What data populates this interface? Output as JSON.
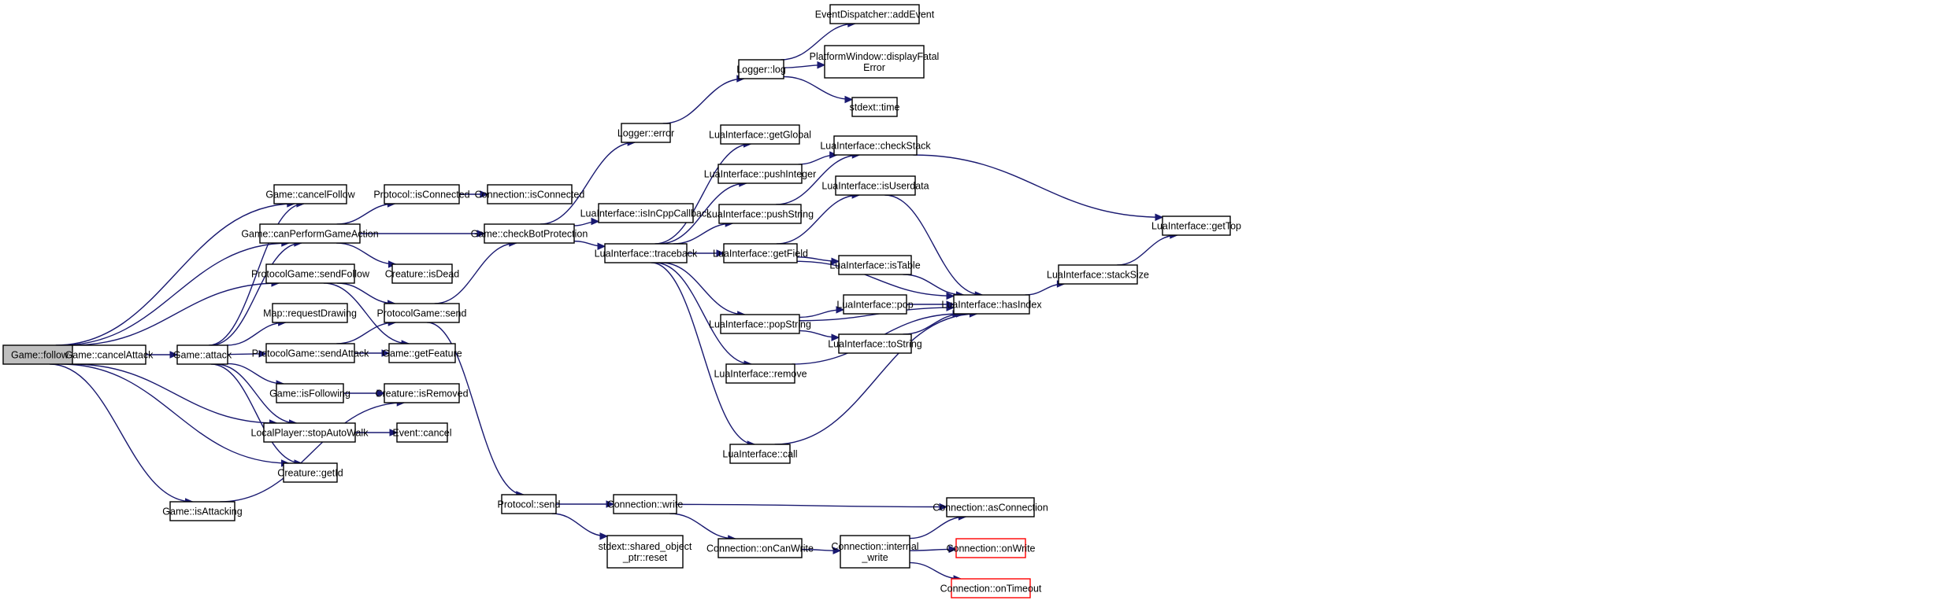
{
  "graph": {
    "nodes": [
      {
        "id": "follow",
        "lines": [
          "Game::follow"
        ],
        "root": true
      },
      {
        "id": "cancelAttack",
        "lines": [
          "Game::cancelAttack"
        ]
      },
      {
        "id": "attack",
        "lines": [
          "Game::attack"
        ]
      },
      {
        "id": "cancelFollow",
        "lines": [
          "Game::cancelFollow"
        ]
      },
      {
        "id": "canPerformGameAction",
        "lines": [
          "Game::canPerformGameAction"
        ]
      },
      {
        "id": "pgSendFollow",
        "lines": [
          "ProtocolGame::sendFollow"
        ]
      },
      {
        "id": "requestDrawing",
        "lines": [
          "Map::requestDrawing"
        ]
      },
      {
        "id": "pgSendAttack",
        "lines": [
          "ProtocolGame::sendAttack"
        ]
      },
      {
        "id": "isFollowing",
        "lines": [
          "Game::isFollowing"
        ]
      },
      {
        "id": "stopAutoWalk",
        "lines": [
          "LocalPlayer::stopAutoWalk"
        ]
      },
      {
        "id": "getId",
        "lines": [
          "Creature::getId"
        ]
      },
      {
        "id": "isAttacking",
        "lines": [
          "Game::isAttacking"
        ]
      },
      {
        "id": "protoIsConnected",
        "lines": [
          "Protocol::isConnected"
        ]
      },
      {
        "id": "connIsConnected",
        "lines": [
          "Connection::isConnected"
        ]
      },
      {
        "id": "isDead",
        "lines": [
          "Creature::isDead"
        ]
      },
      {
        "id": "pgSend",
        "lines": [
          "ProtocolGame::send"
        ]
      },
      {
        "id": "getFeature",
        "lines": [
          "Game::getFeature"
        ]
      },
      {
        "id": "isRemoved",
        "lines": [
          "Creature::isRemoved"
        ]
      },
      {
        "id": "eventCancel",
        "lines": [
          "Event::cancel"
        ]
      },
      {
        "id": "checkBotProtection",
        "lines": [
          "Game::checkBotProtection"
        ]
      },
      {
        "id": "loggerError",
        "lines": [
          "Logger::error"
        ]
      },
      {
        "id": "loggerLog",
        "lines": [
          "Logger::log"
        ]
      },
      {
        "id": "addEvent",
        "lines": [
          "EventDispatcher::addEvent"
        ]
      },
      {
        "id": "displayFatal",
        "lines": [
          "PlatformWindow::displayFatal",
          "Error"
        ]
      },
      {
        "id": "stdextTime",
        "lines": [
          "stdext::time"
        ]
      },
      {
        "id": "isInCppCallback",
        "lines": [
          "LuaInterface::isInCppCallback"
        ]
      },
      {
        "id": "traceback",
        "lines": [
          "LuaInterface::traceback"
        ]
      },
      {
        "id": "getGlobal",
        "lines": [
          "LuaInterface::getGlobal"
        ]
      },
      {
        "id": "pushInteger",
        "lines": [
          "LuaInterface::pushInteger"
        ]
      },
      {
        "id": "pushString",
        "lines": [
          "LuaInterface::pushString"
        ]
      },
      {
        "id": "getField",
        "lines": [
          "LuaInterface::getField"
        ]
      },
      {
        "id": "popString",
        "lines": [
          "LuaInterface::popString"
        ]
      },
      {
        "id": "luaRemove",
        "lines": [
          "LuaInterface::remove"
        ]
      },
      {
        "id": "luaCall",
        "lines": [
          "LuaInterface::call"
        ]
      },
      {
        "id": "checkStack",
        "lines": [
          "LuaInterface::checkStack"
        ]
      },
      {
        "id": "isUserdata",
        "lines": [
          "LuaInterface::isUserdata"
        ]
      },
      {
        "id": "isTable",
        "lines": [
          "LuaInterface::isTable"
        ]
      },
      {
        "id": "luaPop",
        "lines": [
          "LuaInterface::pop"
        ]
      },
      {
        "id": "toString",
        "lines": [
          "LuaInterface::toString"
        ]
      },
      {
        "id": "hasIndex",
        "lines": [
          "LuaInterface::hasIndex"
        ]
      },
      {
        "id": "stackSize",
        "lines": [
          "LuaInterface::stackSize"
        ]
      },
      {
        "id": "getTop",
        "lines": [
          "LuaInterface::getTop"
        ]
      },
      {
        "id": "protoSend",
        "lines": [
          "Protocol::send"
        ]
      },
      {
        "id": "connWrite",
        "lines": [
          "Connection::write"
        ]
      },
      {
        "id": "sharedReset",
        "lines": [
          "stdext::shared_object",
          "_ptr::reset"
        ]
      },
      {
        "id": "onCanWrite",
        "lines": [
          "Connection::onCanWrite"
        ]
      },
      {
        "id": "internalWrite",
        "lines": [
          "Connection::internal",
          "_write"
        ]
      },
      {
        "id": "asConnection",
        "lines": [
          "Connection::asConnection"
        ]
      },
      {
        "id": "onWrite",
        "lines": [
          "Connection::onWrite"
        ],
        "truncated": true
      },
      {
        "id": "onTimeout",
        "lines": [
          "Connection::onTimeout"
        ],
        "truncated": true
      }
    ],
    "edges": [
      [
        "follow",
        "cancelFollow"
      ],
      [
        "follow",
        "canPerformGameAction"
      ],
      [
        "follow",
        "pgSendFollow"
      ],
      [
        "follow",
        "cancelAttack"
      ],
      [
        "follow",
        "stopAutoWalk"
      ],
      [
        "follow",
        "getId"
      ],
      [
        "follow",
        "isAttacking"
      ],
      [
        "cancelAttack",
        "attack"
      ],
      [
        "attack",
        "cancelFollow"
      ],
      [
        "attack",
        "canPerformGameAction"
      ],
      [
        "attack",
        "requestDrawing"
      ],
      [
        "attack",
        "pgSendAttack"
      ],
      [
        "attack",
        "isFollowing"
      ],
      [
        "attack",
        "stopAutoWalk"
      ],
      [
        "attack",
        "getId"
      ],
      [
        "canPerformGameAction",
        "protoIsConnected"
      ],
      [
        "canPerformGameAction",
        "isDead"
      ],
      [
        "canPerformGameAction",
        "checkBotProtection"
      ],
      [
        "protoIsConnected",
        "connIsConnected"
      ],
      [
        "pgSendFollow",
        "pgSend"
      ],
      [
        "pgSendFollow",
        "getFeature"
      ],
      [
        "pgSendAttack",
        "pgSend"
      ],
      [
        "pgSendAttack",
        "getFeature"
      ],
      [
        "isFollowing",
        "isRemoved"
      ],
      [
        "isAttacking",
        "isRemoved"
      ],
      [
        "stopAutoWalk",
        "eventCancel"
      ],
      [
        "pgSend",
        "checkBotProtection"
      ],
      [
        "pgSend",
        "protoSend"
      ],
      [
        "checkBotProtection",
        "loggerError"
      ],
      [
        "checkBotProtection",
        "isInCppCallback"
      ],
      [
        "checkBotProtection",
        "traceback"
      ],
      [
        "loggerError",
        "loggerLog"
      ],
      [
        "loggerLog",
        "addEvent"
      ],
      [
        "loggerLog",
        "displayFatal"
      ],
      [
        "loggerLog",
        "stdextTime"
      ],
      [
        "traceback",
        "getGlobal"
      ],
      [
        "traceback",
        "pushInteger"
      ],
      [
        "traceback",
        "pushString"
      ],
      [
        "traceback",
        "getField"
      ],
      [
        "traceback",
        "popString"
      ],
      [
        "traceback",
        "luaRemove"
      ],
      [
        "traceback",
        "luaCall"
      ],
      [
        "pushInteger",
        "checkStack"
      ],
      [
        "pushString",
        "checkStack"
      ],
      [
        "getField",
        "isUserdata"
      ],
      [
        "getField",
        "isTable"
      ],
      [
        "getField",
        "hasIndex"
      ],
      [
        "popString",
        "luaPop"
      ],
      [
        "popString",
        "toString"
      ],
      [
        "popString",
        "hasIndex"
      ],
      [
        "luaRemove",
        "hasIndex"
      ],
      [
        "luaCall",
        "hasIndex"
      ],
      [
        "isUserdata",
        "hasIndex"
      ],
      [
        "isTable",
        "hasIndex"
      ],
      [
        "luaPop",
        "hasIndex"
      ],
      [
        "toString",
        "hasIndex"
      ],
      [
        "checkStack",
        "getTop"
      ],
      [
        "hasIndex",
        "stackSize"
      ],
      [
        "stackSize",
        "getTop"
      ],
      [
        "protoSend",
        "connWrite"
      ],
      [
        "protoSend",
        "sharedReset"
      ],
      [
        "connWrite",
        "onCanWrite"
      ],
      [
        "connWrite",
        "asConnection"
      ],
      [
        "onCanWrite",
        "internalWrite"
      ],
      [
        "internalWrite",
        "asConnection"
      ],
      [
        "internalWrite",
        "onWrite"
      ],
      [
        "internalWrite",
        "onTimeout"
      ]
    ]
  }
}
